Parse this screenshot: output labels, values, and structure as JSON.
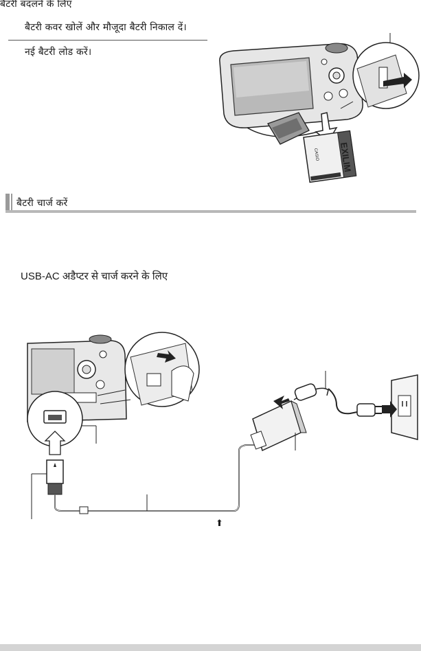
{
  "replace_battery": {
    "heading": "बैटरी बदलने के लिए",
    "step1": "बैटरी कवर खोलें और मौजूदा बैटरी निकाल दें।",
    "step2": "नई बैटरी लोड करें।"
  },
  "battery_illustration": {
    "battery_label": "EXILIM",
    "battery_brand": "CASIO"
  },
  "charge_section": {
    "title": "बैटरी चार्ज करें",
    "usb_ac_heading": "USB-AC अडैप्टर से चार्ज करने के लिए",
    "arrow_symbol": "⬆"
  }
}
